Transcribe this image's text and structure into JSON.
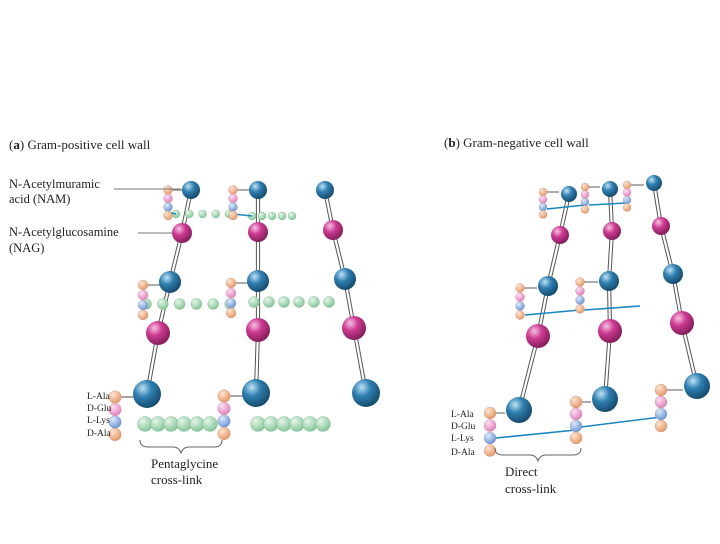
{
  "panel_a": {
    "letter": "a",
    "title": "Gram-positive cell wall",
    "nam_label": [
      "N-Acetylmuramic",
      "acid (NAM)"
    ],
    "nag_label": [
      "N-Acetylglucosamine",
      "(NAG)"
    ],
    "residues": [
      "L-Ala",
      "D-Glu",
      "L-Lys",
      "D-Ala"
    ],
    "crosslink_label": [
      "Pentaglycine",
      "cross-link"
    ]
  },
  "panel_b": {
    "letter": "b",
    "title": "Gram-negative cell wall",
    "residues": [
      "L-Ala",
      "D-Glu",
      "L-Lys",
      "D-Ala"
    ],
    "crosslink_label": [
      "Direct",
      "cross-link"
    ]
  },
  "colors": {
    "nam": "#2f7fb0",
    "nag": "#cc3a92",
    "l_ala": "#f2b48c",
    "d_glu": "#f0a6d4",
    "l_lys": "#8fb6ea",
    "d_ala": "#f2b48c",
    "pentaglycine": "#a7dcb4",
    "link": "#1a86c0"
  }
}
